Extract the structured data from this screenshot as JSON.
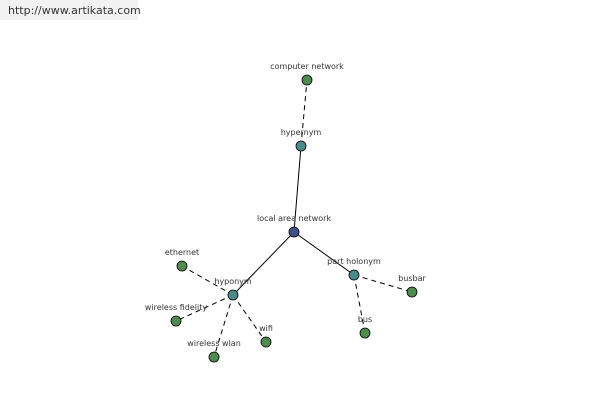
{
  "site_url": "http://www.artikata.com",
  "colors": {
    "center": "#3f4f8c",
    "relation": "#4c8a8c",
    "leaf": "#4f8a4f",
    "edge": "#000000"
  },
  "graph": {
    "center": {
      "label": "local area network"
    },
    "relations": [
      {
        "label": "hypernym",
        "terms": [
          "computer network"
        ]
      },
      {
        "label": "hyponym",
        "terms": [
          "ethernet",
          "wireless fidelity",
          "wireless wlan",
          "wifi"
        ]
      },
      {
        "label": "part holonym",
        "terms": [
          "busbar",
          "bus"
        ]
      }
    ]
  }
}
